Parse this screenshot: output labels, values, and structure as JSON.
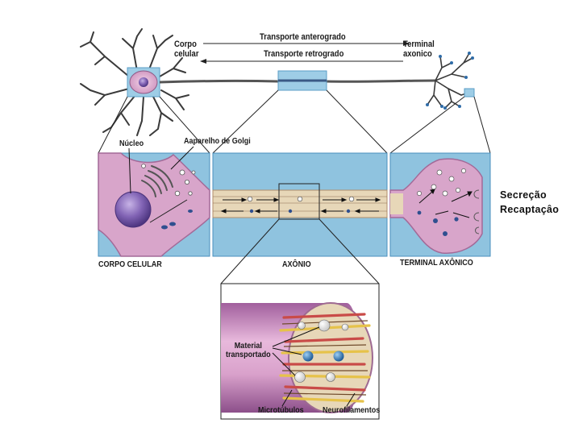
{
  "labels": {
    "corpo_celular_top": "Corpo\ncelular",
    "transporte_anterogrado": "Transporte anterogrado",
    "transporte_retrogrado": "Transporte retrogrado",
    "terminal_axonico_top": "Terminal\naxonico",
    "nucleo": "Núcleo",
    "aparelho_golgi": "Aaparelho de Golgi",
    "corpo_celular_panel": "CORPO CELULAR",
    "axonio_panel": "AXÔNIO",
    "terminal_axonico_panel": "TERMINAL AXÔNICO",
    "material_transportado": "Material\ntransportado",
    "microtubulos": "Microtúbulos",
    "neurofilamentos": "Neurofilamentos",
    "secrecao": "Secreção",
    "recaptacao": "Recaptaçâo"
  },
  "colors": {
    "membrane_pink": "#d7a3c9",
    "fluid_blue": "#8fc3df",
    "axon_tan": "#e7d7b8",
    "nucleus_purple": "#7a5aa8",
    "vesicle_blue": "#2f6ca8"
  }
}
